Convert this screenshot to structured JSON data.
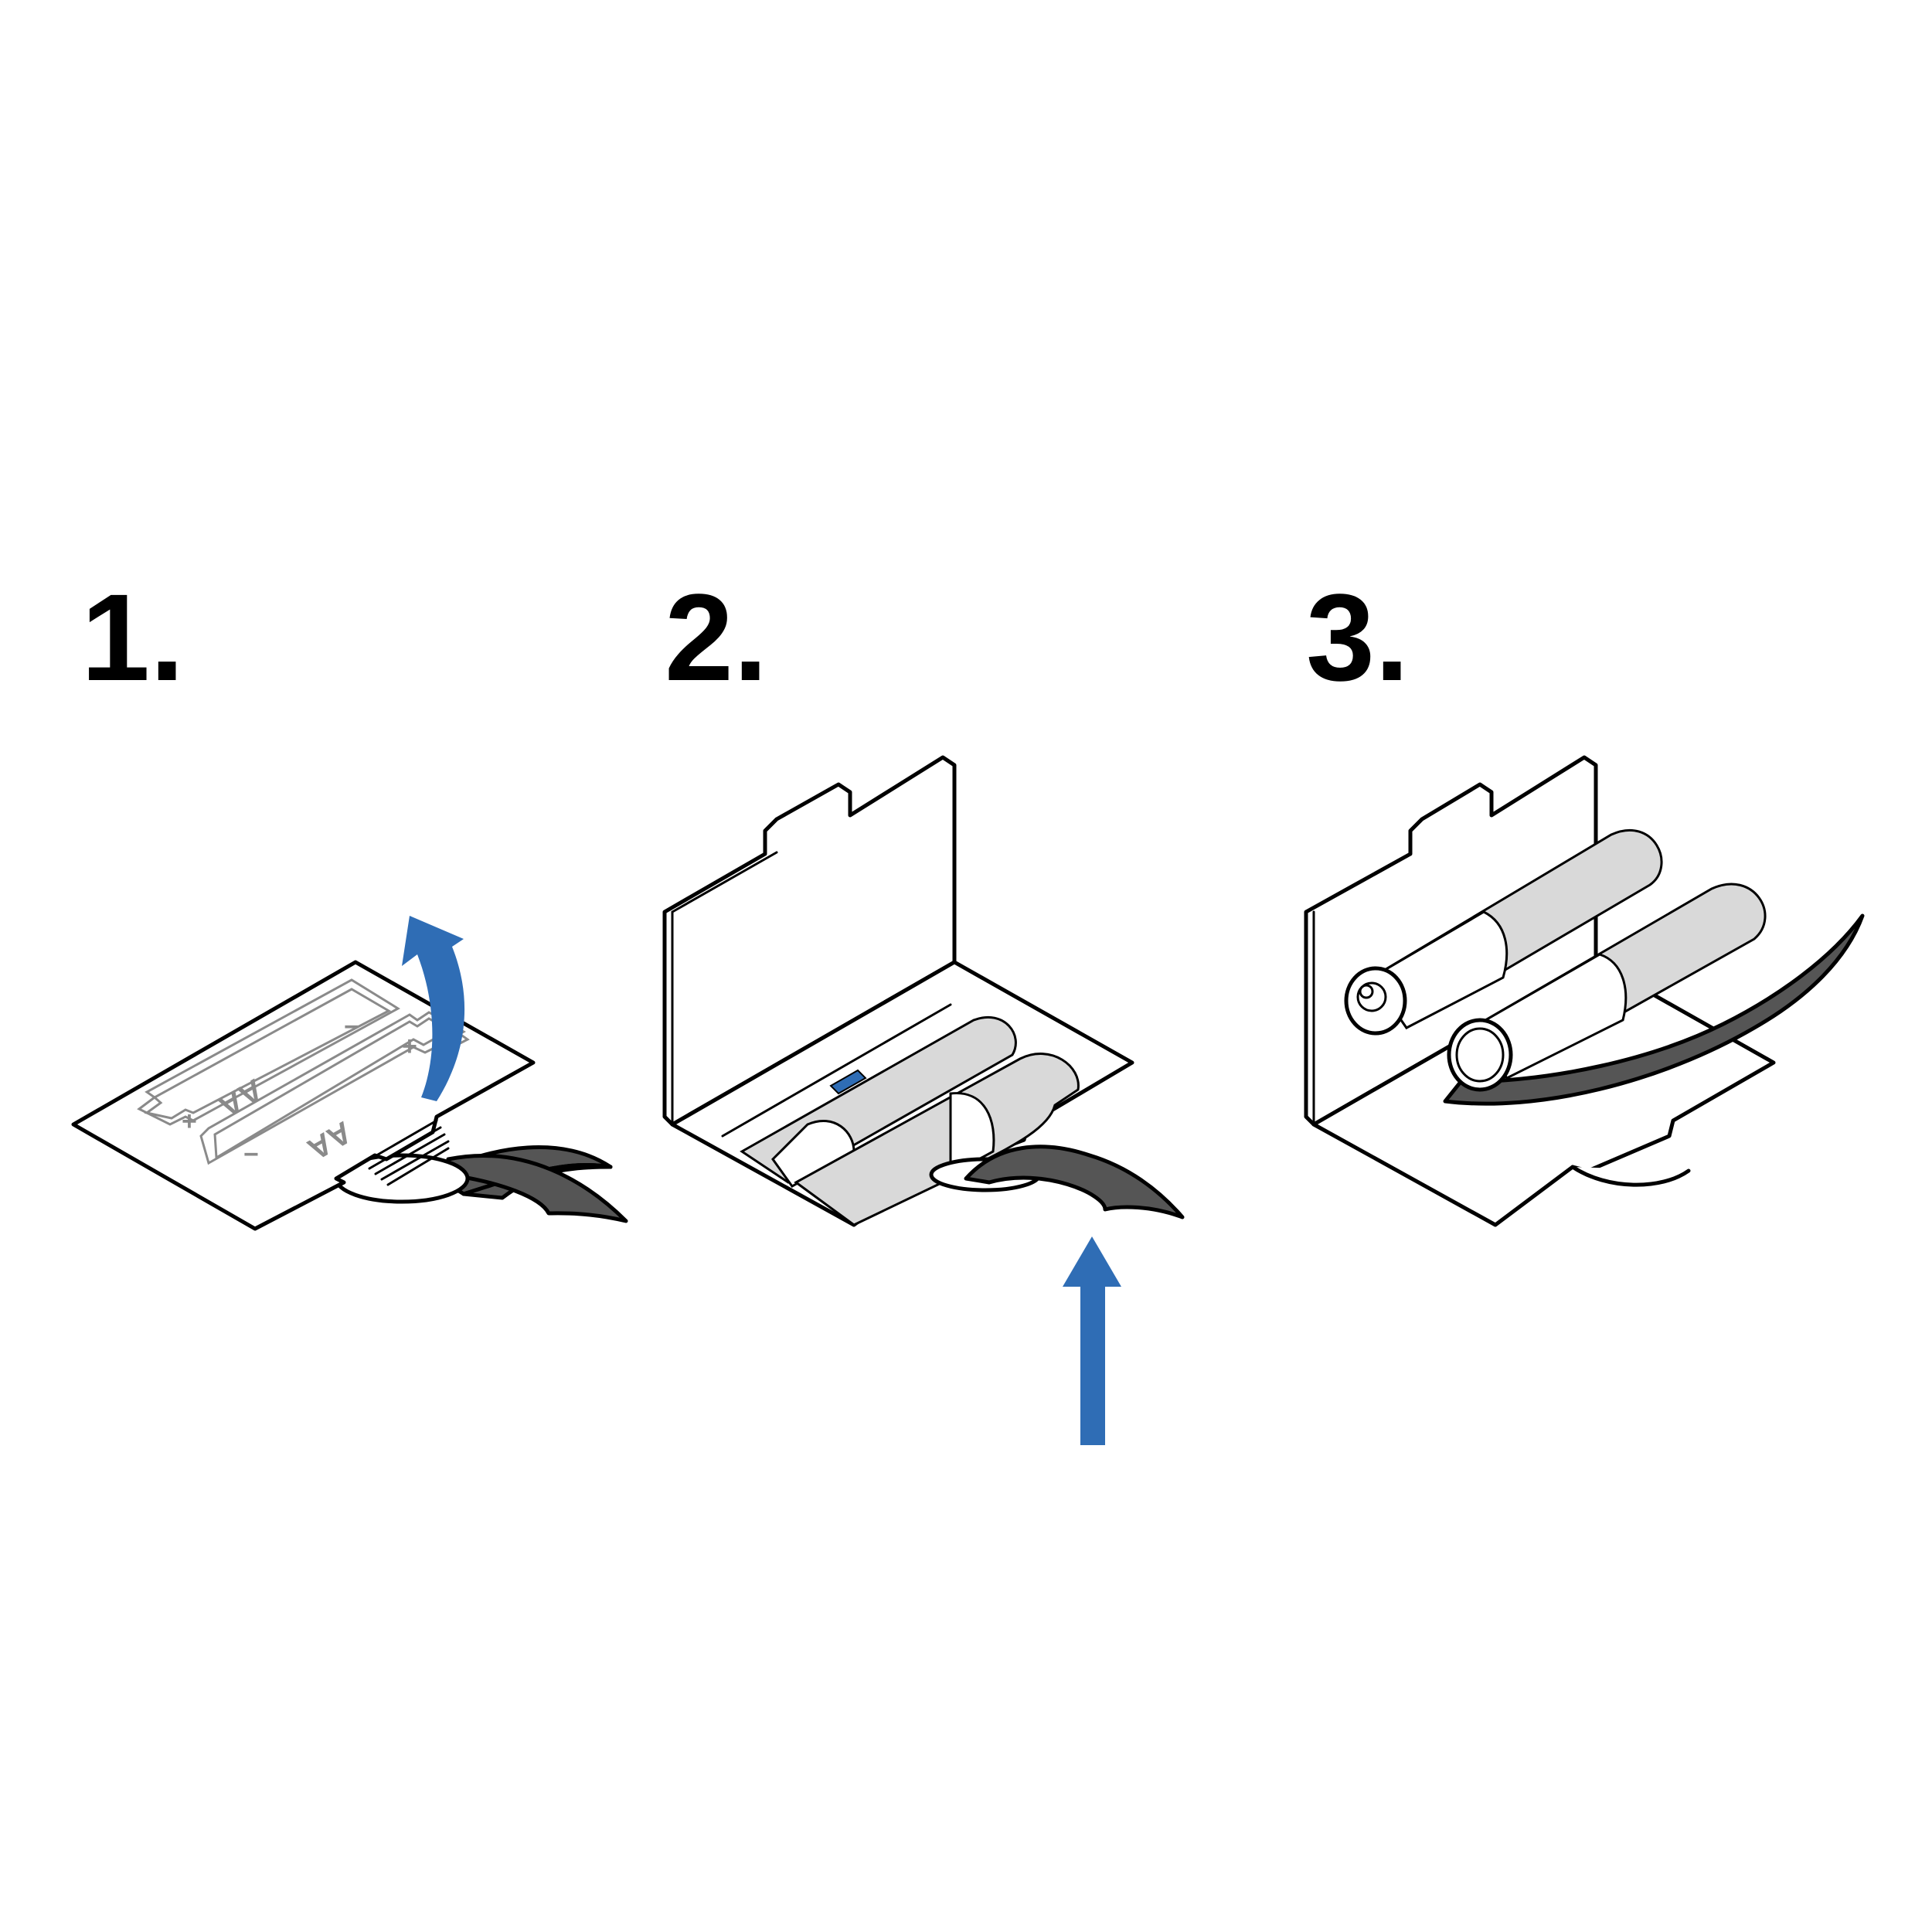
{
  "steps": [
    {
      "number": "1."
    },
    {
      "number": "2."
    },
    {
      "number": "3."
    }
  ],
  "battery_marking": {
    "label_1": "AA",
    "label_2": "AA",
    "plus": "+",
    "minus": "−"
  },
  "colors": {
    "arrow": "#2f6db5",
    "strap": "#555555",
    "battery_body": "#d9d9d9",
    "outline": "#000000"
  },
  "icons": [
    "curved-arrow-up-icon",
    "straight-arrow-up-icon",
    "battery-icon",
    "pull-strap-icon"
  ]
}
